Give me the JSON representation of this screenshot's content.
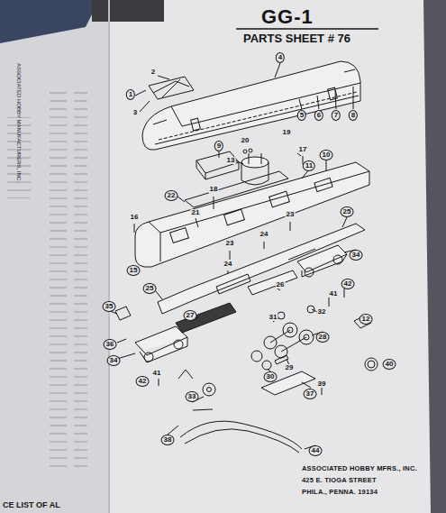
{
  "diagram": {
    "title": "GG-1",
    "labels": [
      "PARTS SHEET # 76",
      "ASSOCIATED HOBBY MANUFACTURERS, INC.",
      "2",
      "1",
      "3",
      "4",
      "5",
      "6",
      "7",
      "8",
      "9",
      "20",
      "19",
      "17",
      "10",
      "11",
      "13",
      "18",
      "22",
      "21",
      "16",
      "23",
      "25",
      "23",
      "24",
      "24",
      "15",
      "34",
      "25",
      "26",
      "42",
      "41",
      "32",
      "35",
      "12",
      "27",
      "31",
      "36",
      "28",
      "34",
      "29",
      "30",
      "40",
      "41",
      "42",
      "39",
      "37",
      "33",
      "38",
      "44",
      "ASSOCIATED HOBBY MFRS., INC.",
      "425 E. TIOGA STREET",
      "PHILA., PENNA. 19134",
      "CE LIST OF AL"
    ]
  }
}
